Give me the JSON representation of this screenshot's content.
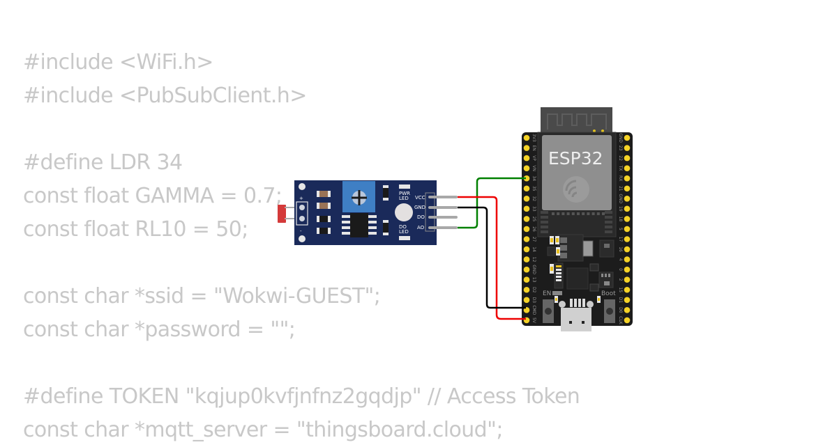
{
  "code": {
    "lines": [
      "#include <WiFi.h>",
      "#include <PubSubClient.h>",
      "",
      "#define LDR 34",
      "const float GAMMA = 0.7;",
      "const float RL10 = 50;",
      "",
      "const char *ssid = \"Wokwi-GUEST\";",
      "const char *password = \"\";",
      "",
      "#define TOKEN \"kqjup0kvfjnfnz2gqdjp\" // Access Token",
      "const char *mqtt_server = \"thingsboard.cloud\";"
    ],
    "text_color": "#c8c8c8"
  },
  "ldr_module": {
    "name": "LDR photoresistor sensor module",
    "terminal_labels": {
      "plus": "+",
      "minus": "-"
    },
    "led_labels": {
      "power": [
        "PWR",
        "LED"
      ],
      "digital": [
        "DO",
        "LED"
      ]
    },
    "pins": [
      "VCC",
      "GND",
      "DO",
      "AO"
    ],
    "board_color": "#1a2a5a",
    "pot_color": "#3f7fc4"
  },
  "esp32": {
    "chip_label": "ESP32",
    "left_pins": [
      "3V3",
      "EN",
      "VP",
      "VN",
      "34",
      "35",
      "32",
      "33",
      "25",
      "26",
      "27",
      "14",
      "12",
      "GND",
      "13",
      "D2",
      "D3",
      "CMD",
      "5V"
    ],
    "right_pins": [
      "GND",
      "23",
      "22",
      "TX",
      "RX",
      "21",
      "GND",
      "19",
      "18",
      "5",
      "17",
      "16",
      "4",
      "0",
      "2",
      "15",
      "D1",
      "D0",
      "CLK"
    ],
    "buttons": [
      "EN",
      "Boot"
    ],
    "board_color": "#1c1c1c",
    "pin_color": "#f5d327"
  },
  "wires": [
    {
      "from": "AO",
      "to": "34",
      "color": "#008000"
    },
    {
      "from": "VCC",
      "to": "5V",
      "color": "#ee0000"
    },
    {
      "from": "GND",
      "to": "CMD",
      "color": "#000000"
    }
  ]
}
